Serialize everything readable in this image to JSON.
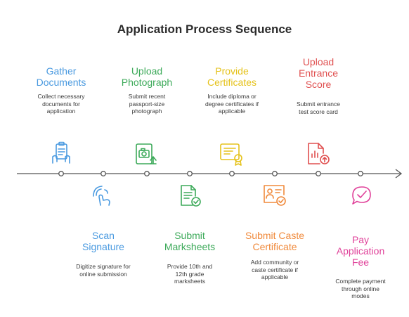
{
  "title": "Application Process Sequence",
  "colors": {
    "blue": "#4a9ae0",
    "green": "#3daa5a",
    "yellow": "#e5c21a",
    "red": "#e05050",
    "orange": "#f08a3c",
    "pink": "#e0429a",
    "axis": "#555555"
  },
  "steps": [
    {
      "title": "Gather\nDocuments",
      "desc": "Collect necessary\ndocuments for\napplication",
      "icon": "clipboard-hand-icon",
      "color": "blue"
    },
    {
      "title": "Scan\nSignature",
      "desc": "Digitize signature for\nonline submission",
      "icon": "touch-signature-icon",
      "color": "blue"
    },
    {
      "title": "Upload\nPhotograph",
      "desc": "Submit recent\npassport-size\nphotograph",
      "icon": "camera-upload-icon",
      "color": "green"
    },
    {
      "title": "Submit\nMarksheets",
      "desc": "Provide 10th and\n12th grade\nmarksheets",
      "icon": "document-check-icon",
      "color": "green"
    },
    {
      "title": "Provide\nCertificates",
      "desc": "Include diploma or\ndegree certificates if\napplicable",
      "icon": "certificate-icon",
      "color": "yellow"
    },
    {
      "title": "Submit Caste\nCertificate",
      "desc": "Add community or\ncaste certificate if\napplicable",
      "icon": "id-card-check-icon",
      "color": "orange"
    },
    {
      "title": "Upload\nEntrance\nScore",
      "desc": "Submit entrance\ntest score card",
      "icon": "score-upload-icon",
      "color": "red"
    },
    {
      "title": "Pay\nApplication\nFee",
      "desc": "Complete payment\nthrough online\nmodes",
      "icon": "payment-check-icon",
      "color": "pink"
    }
  ]
}
